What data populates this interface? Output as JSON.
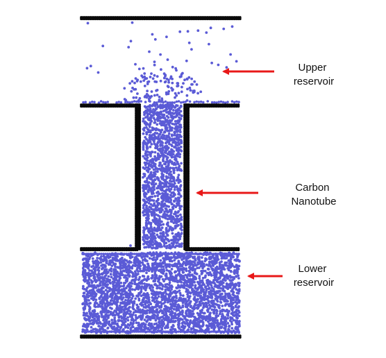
{
  "labels": {
    "upper": [
      "Upper",
      "reservoir"
    ],
    "nanotube": [
      "Carbon",
      "Nanotube"
    ],
    "lower": [
      "Lower",
      "reservoir"
    ]
  },
  "colors": {
    "particle": "#5b5bd6",
    "wall": "#0a0a0a",
    "arrow": "#e81818",
    "text": "#111111"
  }
}
